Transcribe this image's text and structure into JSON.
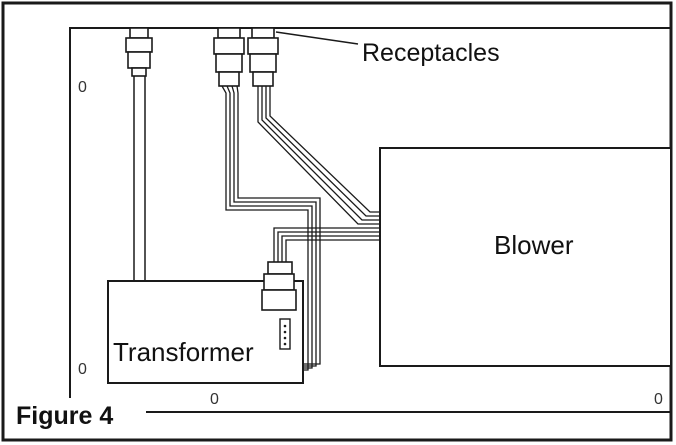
{
  "figure": {
    "caption": "Figure 4",
    "labels": {
      "receptacles": "Receptacles",
      "blower": "Blower",
      "transformer": "Transformer"
    },
    "hole_marks": [
      "0",
      "0",
      "0",
      "0"
    ]
  },
  "colors": {
    "line": "#1a1a1a",
    "background": "#ffffff"
  }
}
